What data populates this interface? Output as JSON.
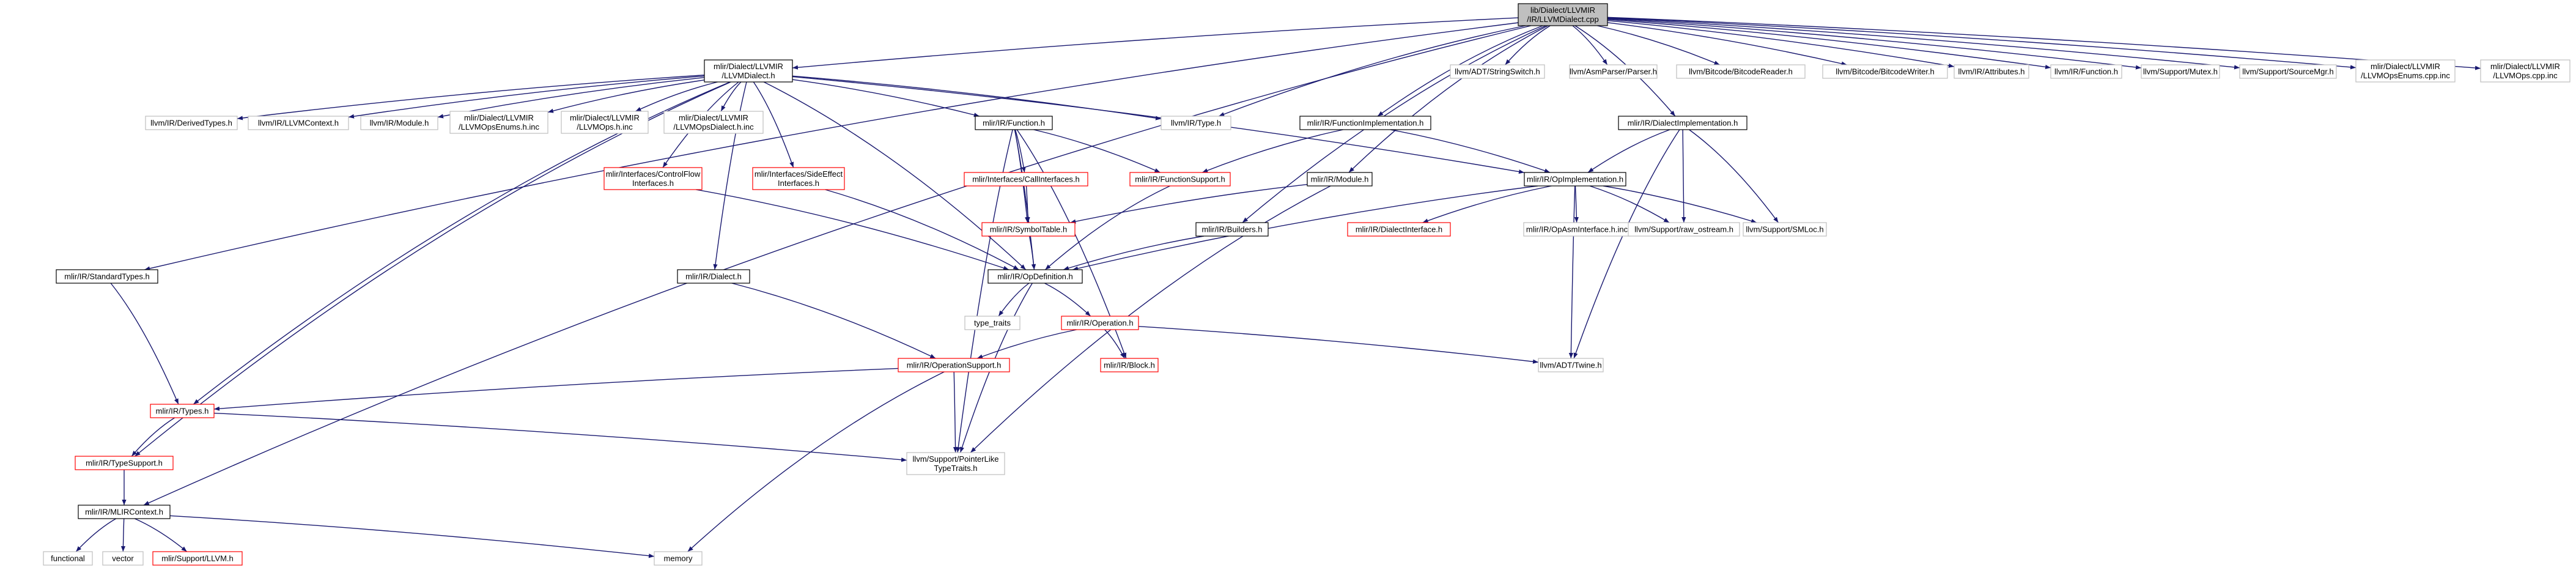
{
  "diagram": {
    "colors": {
      "edge": "#191970",
      "documented_border": "#000000",
      "undocumented_border": "#ff0000",
      "external_border": "#bfbfbf",
      "root_fill": "#bfbfbf"
    },
    "nodes": [
      {
        "id": "root",
        "lines": [
          "lib/Dialect/LLVMIR",
          "/IR/LLVMDialect.cpp"
        ],
        "kind": "root"
      },
      {
        "id": "llvmdialect_h",
        "lines": [
          "mlir/Dialect/LLVMIR",
          "/LLVMDialect.h"
        ],
        "kind": "documented"
      },
      {
        "id": "stringswitch",
        "lines": [
          "llvm/ADT/StringSwitch.h"
        ],
        "kind": "external"
      },
      {
        "id": "asmparser",
        "lines": [
          "llvm/AsmParser/Parser.h"
        ],
        "kind": "external"
      },
      {
        "id": "bitcodereader",
        "lines": [
          "llvm/Bitcode/BitcodeReader.h"
        ],
        "kind": "external"
      },
      {
        "id": "bitcodewriter",
        "lines": [
          "llvm/Bitcode/BitcodeWriter.h"
        ],
        "kind": "external"
      },
      {
        "id": "attributes",
        "lines": [
          "llvm/IR/Attributes.h"
        ],
        "kind": "external"
      },
      {
        "id": "irfunction",
        "lines": [
          "llvm/IR/Function.h"
        ],
        "kind": "external"
      },
      {
        "id": "mutex",
        "lines": [
          "llvm/Support/Mutex.h"
        ],
        "kind": "external"
      },
      {
        "id": "sourcemgr",
        "lines": [
          "llvm/Support/SourceMgr.h"
        ],
        "kind": "external"
      },
      {
        "id": "opsenums_cpp",
        "lines": [
          "mlir/Dialect/LLVMIR",
          "/LLVMOpsEnums.cpp.inc"
        ],
        "kind": "external"
      },
      {
        "id": "ops_cpp",
        "lines": [
          "mlir/Dialect/LLVMIR",
          "/LLVMOps.cpp.inc"
        ],
        "kind": "external"
      },
      {
        "id": "derivedtypes",
        "lines": [
          "llvm/IR/DerivedTypes.h"
        ],
        "kind": "external"
      },
      {
        "id": "llvmcontext",
        "lines": [
          "llvm/IR/LLVMContext.h"
        ],
        "kind": "external"
      },
      {
        "id": "irmodule",
        "lines": [
          "llvm/IR/Module.h"
        ],
        "kind": "external"
      },
      {
        "id": "opsenums_h",
        "lines": [
          "mlir/Dialect/LLVMIR",
          "/LLVMOpsEnums.h.inc"
        ],
        "kind": "external"
      },
      {
        "id": "ops_h",
        "lines": [
          "mlir/Dialect/LLVMIR",
          "/LLVMOps.h.inc"
        ],
        "kind": "external"
      },
      {
        "id": "opsdialect_h",
        "lines": [
          "mlir/Dialect/LLVMIR",
          "/LLVMOpsDialect.h.inc"
        ],
        "kind": "external"
      },
      {
        "id": "mlirfunction",
        "lines": [
          "mlir/IR/Function.h"
        ],
        "kind": "documented"
      },
      {
        "id": "llvmtype",
        "lines": [
          "llvm/IR/Type.h"
        ],
        "kind": "external"
      },
      {
        "id": "funcimpl",
        "lines": [
          "mlir/IR/FunctionImplementation.h"
        ],
        "kind": "documented"
      },
      {
        "id": "dialectimpl",
        "lines": [
          "mlir/IR/DialectImplementation.h"
        ],
        "kind": "documented"
      },
      {
        "id": "controlflow",
        "lines": [
          "mlir/Interfaces/ControlFlow",
          "Interfaces.h"
        ],
        "kind": "undocumented"
      },
      {
        "id": "sideeffect",
        "lines": [
          "mlir/Interfaces/SideEffect",
          "Interfaces.h"
        ],
        "kind": "undocumented"
      },
      {
        "id": "callinterfaces",
        "lines": [
          "mlir/Interfaces/CallInterfaces.h"
        ],
        "kind": "undocumented"
      },
      {
        "id": "funcsupport",
        "lines": [
          "mlir/IR/FunctionSupport.h"
        ],
        "kind": "undocumented"
      },
      {
        "id": "mlirmodule",
        "lines": [
          "mlir/IR/Module.h"
        ],
        "kind": "documented"
      },
      {
        "id": "opimpl",
        "lines": [
          "mlir/IR/OpImplementation.h"
        ],
        "kind": "documented"
      },
      {
        "id": "symboltable",
        "lines": [
          "mlir/IR/SymbolTable.h"
        ],
        "kind": "undocumented"
      },
      {
        "id": "builders",
        "lines": [
          "mlir/IR/Builders.h"
        ],
        "kind": "documented"
      },
      {
        "id": "dialectiface",
        "lines": [
          "mlir/IR/DialectInterface.h"
        ],
        "kind": "undocumented"
      },
      {
        "id": "opasmiface",
        "lines": [
          "mlir/IR/OpAsmInterface.h.inc"
        ],
        "kind": "external"
      },
      {
        "id": "rawostream",
        "lines": [
          "llvm/Support/raw_ostream.h"
        ],
        "kind": "external"
      },
      {
        "id": "smloc",
        "lines": [
          "llvm/Support/SMLoc.h"
        ],
        "kind": "external"
      },
      {
        "id": "standardtypes",
        "lines": [
          "mlir/IR/StandardTypes.h"
        ],
        "kind": "documented"
      },
      {
        "id": "mlirdialect",
        "lines": [
          "mlir/IR/Dialect.h"
        ],
        "kind": "documented"
      },
      {
        "id": "opdefinition",
        "lines": [
          "mlir/IR/OpDefinition.h"
        ],
        "kind": "documented"
      },
      {
        "id": "typetraits",
        "lines": [
          "type_traits"
        ],
        "kind": "external"
      },
      {
        "id": "operation",
        "lines": [
          "mlir/IR/Operation.h"
        ],
        "kind": "undocumented"
      },
      {
        "id": "opsupport",
        "lines": [
          "mlir/IR/OperationSupport.h"
        ],
        "kind": "undocumented"
      },
      {
        "id": "block",
        "lines": [
          "mlir/IR/Block.h"
        ],
        "kind": "undocumented"
      },
      {
        "id": "twine",
        "lines": [
          "llvm/ADT/Twine.h"
        ],
        "kind": "external"
      },
      {
        "id": "types",
        "lines": [
          "mlir/IR/Types.h"
        ],
        "kind": "undocumented"
      },
      {
        "id": "typesupport",
        "lines": [
          "mlir/IR/TypeSupport.h"
        ],
        "kind": "undocumented"
      },
      {
        "id": "pointerlike",
        "lines": [
          "llvm/Support/PointerLike",
          "TypeTraits.h"
        ],
        "kind": "external"
      },
      {
        "id": "mlircontext",
        "lines": [
          "mlir/IR/MLIRContext.h"
        ],
        "kind": "documented"
      },
      {
        "id": "functional",
        "lines": [
          "functional"
        ],
        "kind": "external"
      },
      {
        "id": "vector",
        "lines": [
          "vector"
        ],
        "kind": "external"
      },
      {
        "id": "supportllvm",
        "lines": [
          "mlir/Support/LLVM.h"
        ],
        "kind": "undocumented"
      },
      {
        "id": "memory",
        "lines": [
          "memory"
        ],
        "kind": "external"
      }
    ],
    "edges": [
      [
        "root",
        "llvmdialect_h"
      ],
      [
        "root",
        "stringswitch"
      ],
      [
        "root",
        "asmparser"
      ],
      [
        "root",
        "bitcodereader"
      ],
      [
        "root",
        "bitcodewriter"
      ],
      [
        "root",
        "attributes"
      ],
      [
        "root",
        "irfunction"
      ],
      [
        "root",
        "mutex"
      ],
      [
        "root",
        "sourcemgr"
      ],
      [
        "root",
        "opsenums_cpp"
      ],
      [
        "root",
        "ops_cpp"
      ],
      [
        "root",
        "llvmtype"
      ],
      [
        "root",
        "funcimpl"
      ],
      [
        "root",
        "dialectimpl"
      ],
      [
        "root",
        "mlirmodule"
      ],
      [
        "root",
        "builders"
      ],
      [
        "root",
        "standardtypes"
      ],
      [
        "root",
        "mlircontext"
      ],
      [
        "llvmdialect_h",
        "derivedtypes"
      ],
      [
        "llvmdialect_h",
        "llvmcontext"
      ],
      [
        "llvmdialect_h",
        "irmodule"
      ],
      [
        "llvmdialect_h",
        "opsenums_h"
      ],
      [
        "llvmdialect_h",
        "ops_h"
      ],
      [
        "llvmdialect_h",
        "opsdialect_h"
      ],
      [
        "llvmdialect_h",
        "mlirfunction"
      ],
      [
        "llvmdialect_h",
        "llvmtype"
      ],
      [
        "llvmdialect_h",
        "opimpl"
      ],
      [
        "llvmdialect_h",
        "controlflow"
      ],
      [
        "llvmdialect_h",
        "sideeffect"
      ],
      [
        "llvmdialect_h",
        "mlirdialect"
      ],
      [
        "llvmdialect_h",
        "opdefinition"
      ],
      [
        "llvmdialect_h",
        "types"
      ],
      [
        "llvmdialect_h",
        "typesupport"
      ],
      [
        "mlirfunction",
        "callinterfaces"
      ],
      [
        "mlirfunction",
        "funcsupport"
      ],
      [
        "mlirfunction",
        "symboltable"
      ],
      [
        "mlirfunction",
        "opdefinition"
      ],
      [
        "mlirfunction",
        "block"
      ],
      [
        "mlirfunction",
        "pointerlike"
      ],
      [
        "funcimpl",
        "funcsupport"
      ],
      [
        "funcimpl",
        "opimpl"
      ],
      [
        "dialectimpl",
        "opimpl"
      ],
      [
        "dialectimpl",
        "rawostream"
      ],
      [
        "dialectimpl",
        "smloc"
      ],
      [
        "dialectimpl",
        "twine"
      ],
      [
        "controlflow",
        "opdefinition"
      ],
      [
        "sideeffect",
        "opdefinition"
      ],
      [
        "callinterfaces",
        "symboltable"
      ],
      [
        "funcsupport",
        "opdefinition"
      ],
      [
        "mlirmodule",
        "symboltable"
      ],
      [
        "mlirmodule",
        "pointerlike"
      ],
      [
        "opimpl",
        "dialectiface"
      ],
      [
        "opimpl",
        "opasmiface"
      ],
      [
        "opimpl",
        "rawostream"
      ],
      [
        "opimpl",
        "smloc"
      ],
      [
        "opimpl",
        "twine"
      ],
      [
        "opimpl",
        "opdefinition"
      ],
      [
        "symboltable",
        "opdefinition"
      ],
      [
        "builders",
        "opdefinition"
      ],
      [
        "standardtypes",
        "types"
      ],
      [
        "mlirdialect",
        "opsupport"
      ],
      [
        "opdefinition",
        "typetraits"
      ],
      [
        "opdefinition",
        "operation"
      ],
      [
        "opdefinition",
        "pointerlike"
      ],
      [
        "operation",
        "opsupport"
      ],
      [
        "operation",
        "block"
      ],
      [
        "operation",
        "twine"
      ],
      [
        "opsupport",
        "types"
      ],
      [
        "opsupport",
        "pointerlike"
      ],
      [
        "opsupport",
        "memory"
      ],
      [
        "types",
        "typesupport"
      ],
      [
        "types",
        "pointerlike"
      ],
      [
        "typesupport",
        "mlircontext"
      ],
      [
        "mlircontext",
        "functional"
      ],
      [
        "mlircontext",
        "vector"
      ],
      [
        "mlircontext",
        "supportllvm"
      ],
      [
        "mlircontext",
        "memory"
      ]
    ]
  }
}
